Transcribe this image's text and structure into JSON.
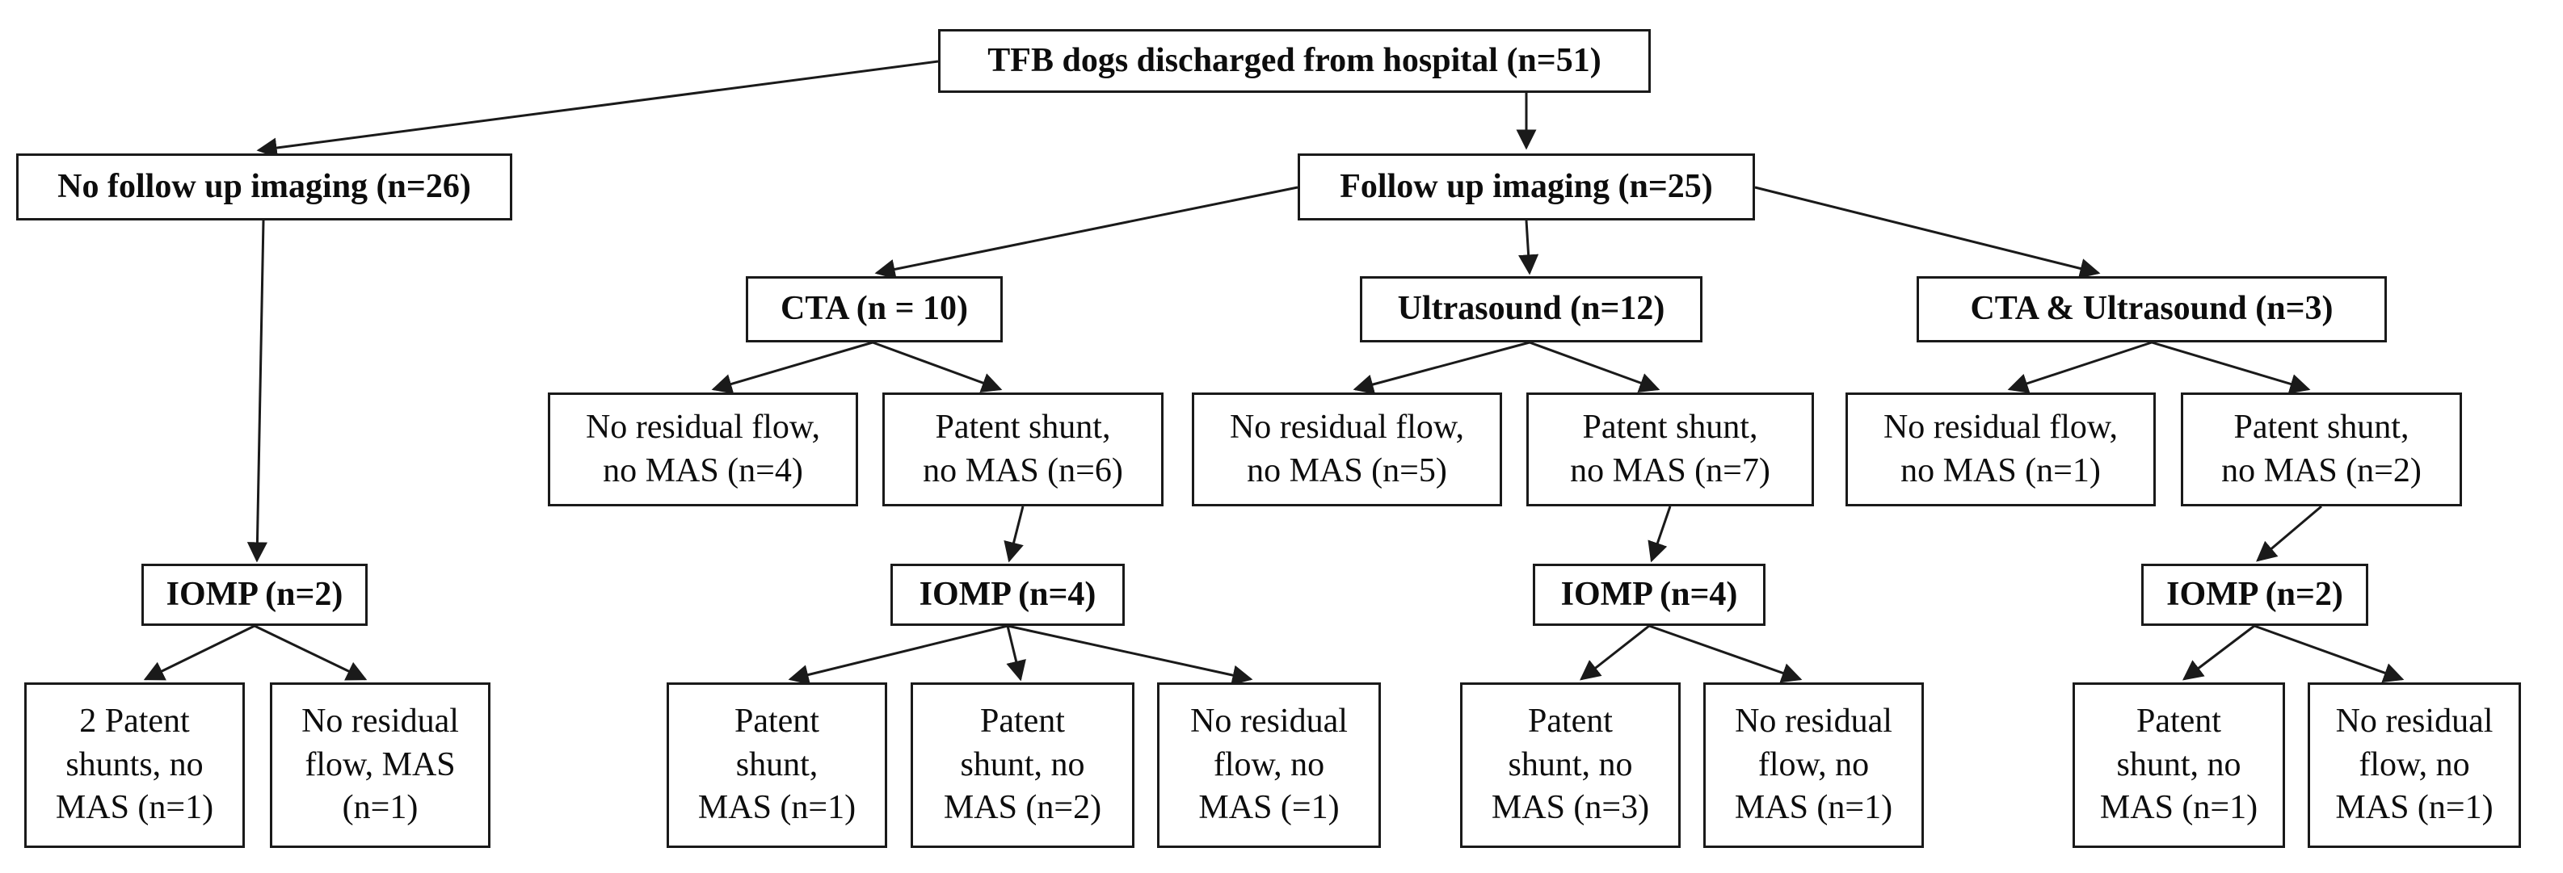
{
  "figure": {
    "type": "flowchart",
    "background": "#ffffff",
    "line_color": "#1a1a1a",
    "box_border_color": "#1a1a1a",
    "text_color": "#0d0d0d"
  },
  "nodes": {
    "root": "TFB dogs discharged from hospital (n=51)",
    "no_followup": "No follow up imaging (n=26)",
    "followup": "Follow up imaging (n=25)",
    "cta": "CTA (n = 10)",
    "ultrasound": "Ultrasound (n=12)",
    "cta_ultrasound": "CTA & Ultrasound (n=3)",
    "cta_no_flow": "No residual flow,\nno MAS (n=4)",
    "cta_patent": "Patent shunt,\nno MAS (n=6)",
    "us_no_flow": "No residual flow,\nno MAS (n=5)",
    "us_patent": "Patent shunt,\nno MAS (n=7)",
    "cu_no_flow": "No residual flow,\nno MAS (n=1)",
    "cu_patent": "Patent shunt,\nno MAS (n=2)",
    "iomp_nf": "IOMP (n=2)",
    "iomp_cta": "IOMP (n=4)",
    "iomp_us": "IOMP (n=4)",
    "iomp_cu": "IOMP (n=2)",
    "nf_out_patent": "2 Patent\nshunts, no\nMAS (n=1)",
    "nf_out_noflow": "No residual\nflow, MAS\n(n=1)",
    "cta_out_patent_mas": "Patent\nshunt,\nMAS (n=1)",
    "cta_out_patent_nomas": "Patent\nshunt, no\nMAS (n=2)",
    "cta_out_noflow": "No residual\nflow, no\nMAS (=1)",
    "us_out_patent": "Patent\nshunt, no\nMAS (n=3)",
    "us_out_noflow": "No residual\nflow, no\nMAS (n=1)",
    "cu_out_patent": "Patent\nshunt, no\nMAS (n=1)",
    "cu_out_noflow": "No residual\nflow, no\nMAS (n=1)"
  },
  "edges": [
    {
      "from": "root",
      "to": "no_followup"
    },
    {
      "from": "root",
      "to": "followup"
    },
    {
      "from": "followup",
      "to": "cta"
    },
    {
      "from": "followup",
      "to": "ultrasound"
    },
    {
      "from": "followup",
      "to": "cta_ultrasound"
    },
    {
      "from": "cta",
      "to": "cta_no_flow"
    },
    {
      "from": "cta",
      "to": "cta_patent"
    },
    {
      "from": "cta_patent",
      "to": "iomp_cta"
    },
    {
      "from": "iomp_cta",
      "to": "cta_out_patent_mas"
    },
    {
      "from": "iomp_cta",
      "to": "cta_out_patent_nomas"
    },
    {
      "from": "iomp_cta",
      "to": "cta_out_noflow"
    },
    {
      "from": "ultrasound",
      "to": "us_no_flow"
    },
    {
      "from": "ultrasound",
      "to": "us_patent"
    },
    {
      "from": "us_patent",
      "to": "iomp_us"
    },
    {
      "from": "iomp_us",
      "to": "us_out_patent"
    },
    {
      "from": "iomp_us",
      "to": "us_out_noflow"
    },
    {
      "from": "cta_ultrasound",
      "to": "cu_no_flow"
    },
    {
      "from": "cta_ultrasound",
      "to": "cu_patent"
    },
    {
      "from": "cu_patent",
      "to": "iomp_cu"
    },
    {
      "from": "iomp_cu",
      "to": "cu_out_patent"
    },
    {
      "from": "iomp_cu",
      "to": "cu_out_noflow"
    },
    {
      "from": "no_followup",
      "to": "iomp_nf"
    },
    {
      "from": "iomp_nf",
      "to": "nf_out_patent"
    },
    {
      "from": "iomp_nf",
      "to": "nf_out_noflow"
    }
  ]
}
